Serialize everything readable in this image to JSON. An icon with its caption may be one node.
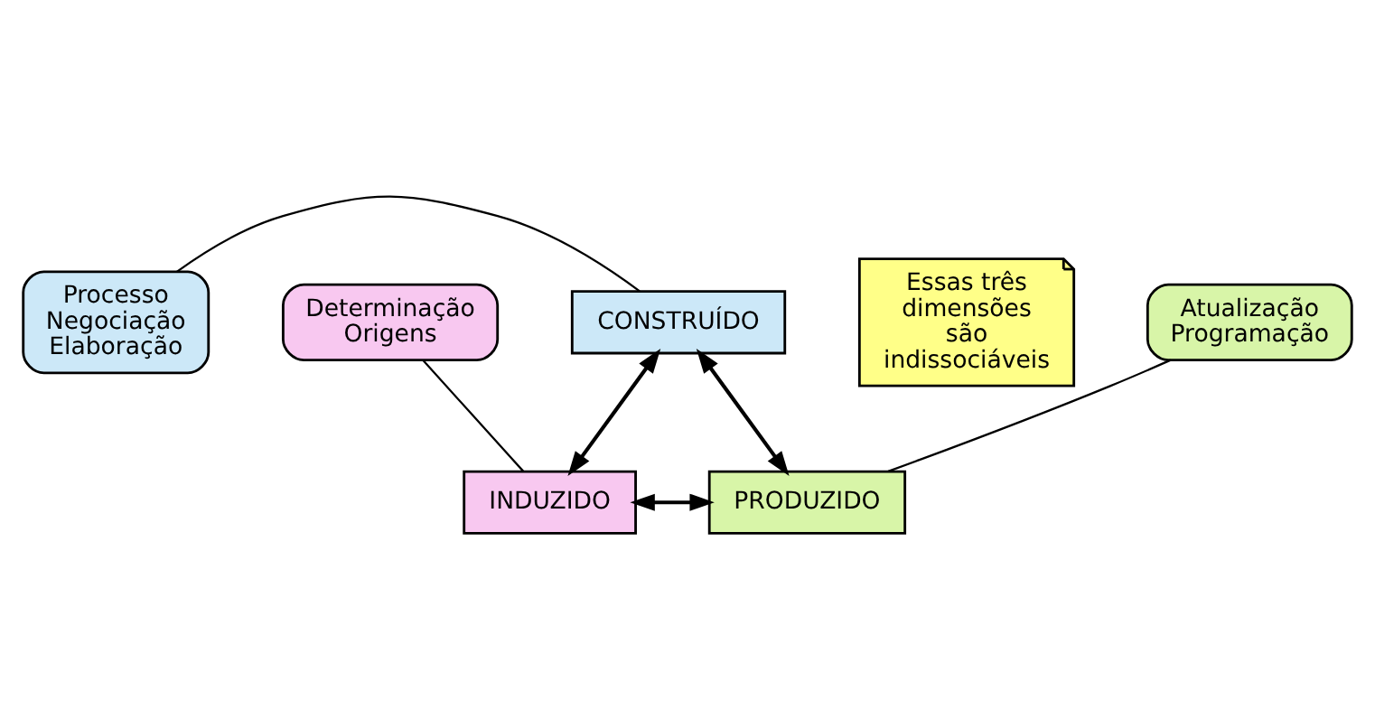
{
  "diagram": {
    "nodes": [
      {
        "text": [
          "Processo Negociação Elaboração"
        ]
      },
      {
        "text": [
          "CONSTRUÍDO"
        ]
      },
      {
        "text": [
          "Determinação Origens"
        ]
      },
      {
        "text": [
          "Essas três dimensões são indissociáveis"
        ]
      },
      {
        "text": [
          "Atualização Programação"
        ]
      },
      {
        "text": [
          "INDUZIDO"
        ]
      },
      {
        "text": [
          "PRODUZIDO"
        ]
      }
    ],
    "edges": [
      {
        "from": 0,
        "to": 1,
        "arrow": "none"
      },
      {
        "from": 2,
        "to": 5,
        "arrow": "none"
      },
      {
        "from": 4,
        "to": 6,
        "arrow": "none"
      },
      {
        "from": 5,
        "to": 1,
        "arrow": "both"
      },
      {
        "from": 1,
        "to": 6,
        "arrow": "both"
      },
      {
        "from": 5,
        "to": 6,
        "arrow": "both"
      }
    ]
  }
}
